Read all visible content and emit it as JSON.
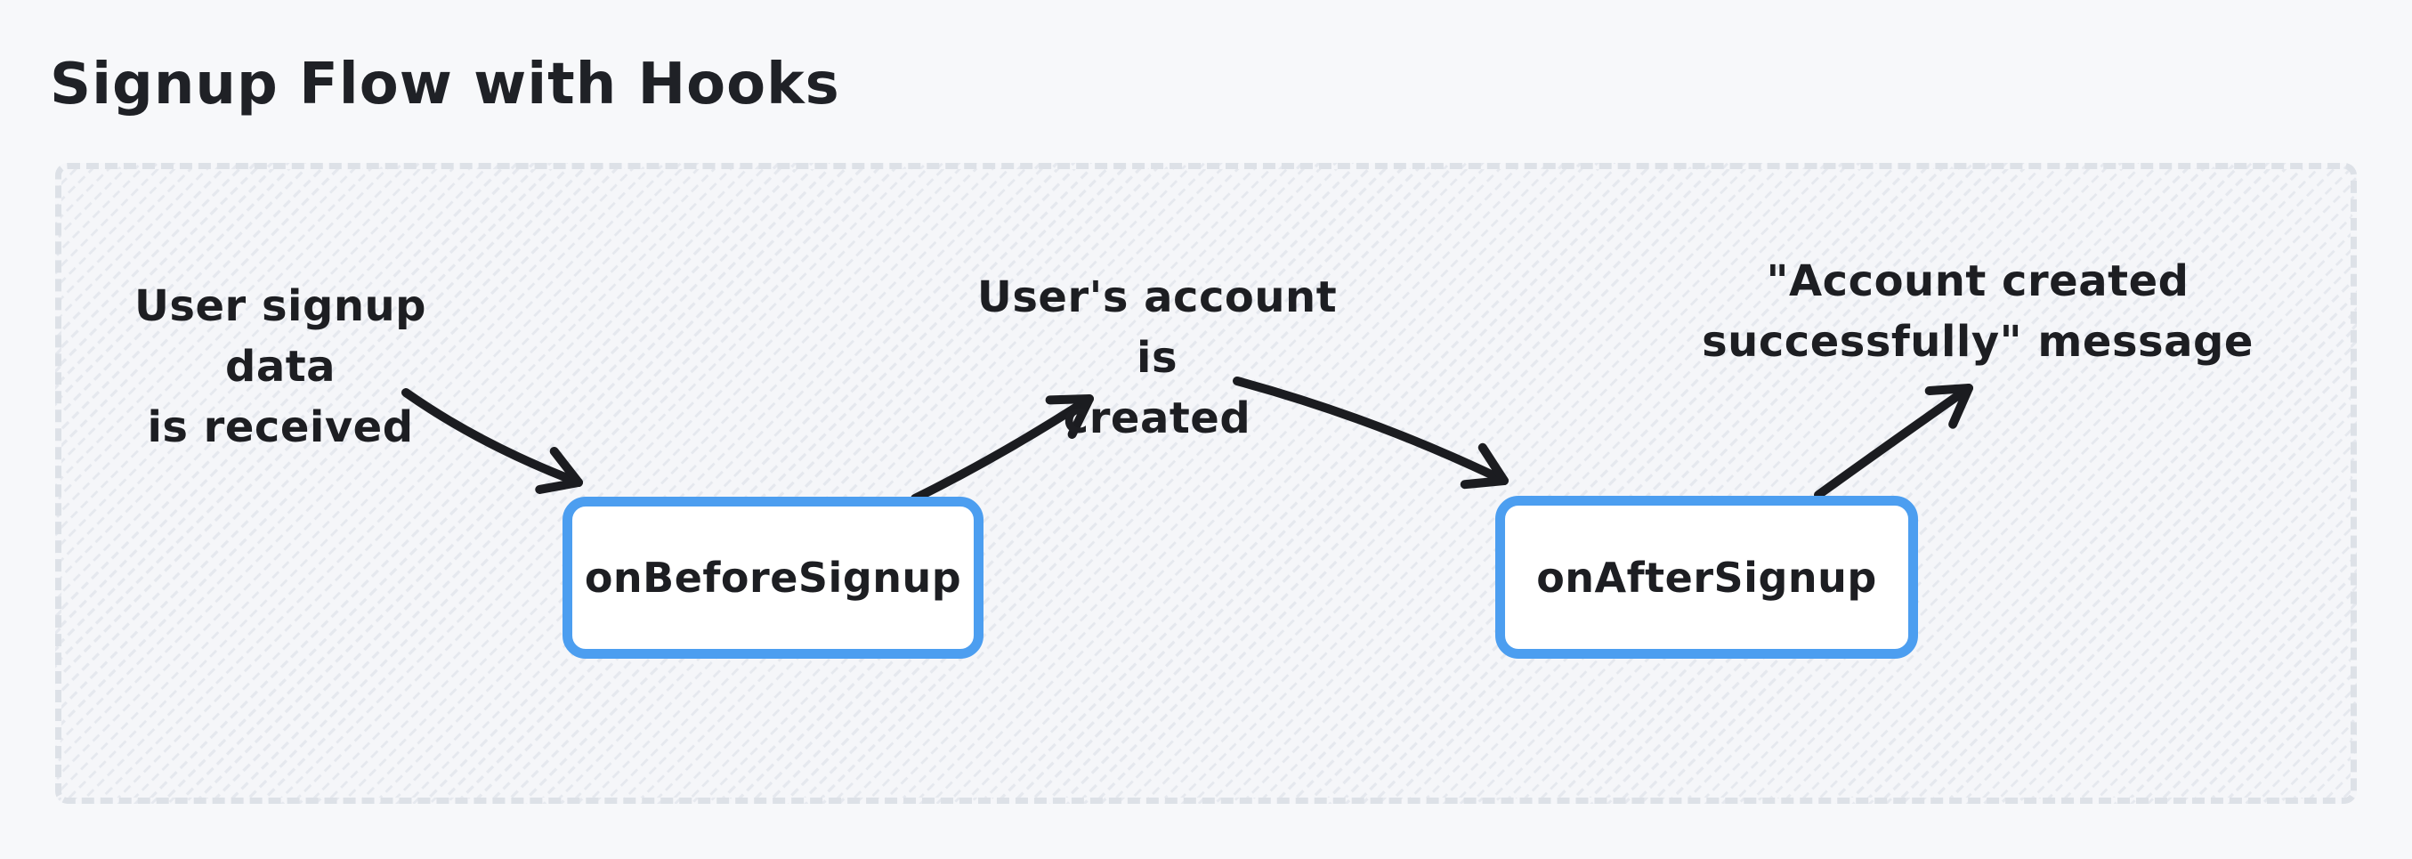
{
  "title": "Signup Flow with Hooks",
  "diagram": {
    "nodes": [
      {
        "id": "onBeforeSignup",
        "label": "onBeforeSignup",
        "border_color": "#4c9ef0",
        "fill": "#ffffff"
      },
      {
        "id": "onAfterSignup",
        "label": "onAfterSignup",
        "border_color": "#4c9ef0",
        "fill": "#ffffff"
      }
    ],
    "annotations": [
      {
        "id": "signup-data-received",
        "lines": [
          "User signup data",
          "is received"
        ]
      },
      {
        "id": "account-created",
        "lines": [
          "User's account is",
          "created"
        ]
      },
      {
        "id": "success-message",
        "lines": [
          "\"Account created",
          "successfully\" message"
        ]
      }
    ],
    "edges": [
      {
        "from": "signup-data-received",
        "to": "onBeforeSignup"
      },
      {
        "from": "onBeforeSignup",
        "to": "account-created"
      },
      {
        "from": "account-created",
        "to": "onAfterSignup"
      },
      {
        "from": "onAfterSignup",
        "to": "success-message"
      }
    ],
    "colors": {
      "canvas_background": "#f7f8fa",
      "frame_border": "#dde1e7",
      "frame_fill": "#f5f6f9",
      "hatch_line": "#e5e8ee",
      "node_border": "#4c9ef0",
      "arrow": "#1b1c20",
      "text": "#1d1e22"
    }
  }
}
